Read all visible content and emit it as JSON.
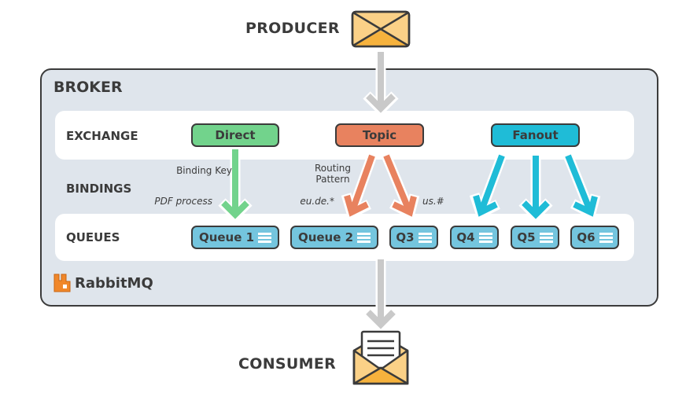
{
  "producer": {
    "label": "PRODUCER",
    "icon": "envelope-closed-icon"
  },
  "consumer": {
    "label": "CONSUMER",
    "icon": "envelope-open-letter-icon"
  },
  "broker": {
    "label": "BROKER",
    "logo_text": "RabbitMQ",
    "logo_icon": "rabbitmq-logo-icon"
  },
  "rows": {
    "exchange": "EXCHANGE",
    "bindings": "BINDINGS",
    "queues": "QUEUES"
  },
  "exchanges": [
    {
      "label": "Direct",
      "color": "#72d38c"
    },
    {
      "label": "Topic",
      "color": "#e8825f"
    },
    {
      "label": "Fanout",
      "color": "#1fbcd7"
    }
  ],
  "bindings": {
    "direct_heading": "Binding Key",
    "direct_key": "PDF process",
    "topic_heading_line1": "Routing",
    "topic_heading_line2": "Pattern",
    "topic_key_left": "eu.de.*",
    "topic_key_right": "us.#"
  },
  "queues": [
    {
      "label": "Queue 1"
    },
    {
      "label": "Queue 2"
    },
    {
      "label": "Q3"
    },
    {
      "label": "Q4"
    },
    {
      "label": "Q5"
    },
    {
      "label": "Q6"
    }
  ],
  "colors": {
    "broker_bg": "#dfe5ec",
    "outline": "#3b3b3b",
    "queue_fill": "#74c5de",
    "flow_arrow": "#c9c9c9",
    "envelope": "#fbc86b",
    "logo": "#f0872a"
  }
}
